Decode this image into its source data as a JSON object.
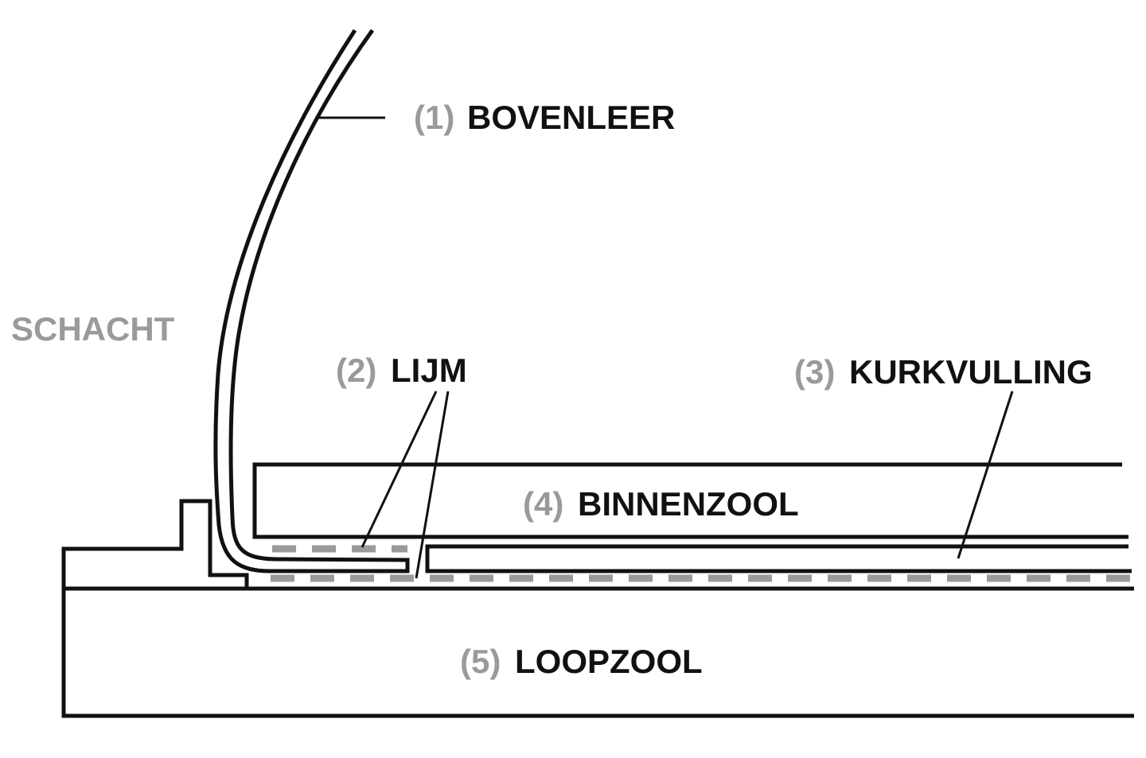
{
  "title": "Shoe construction cross-section",
  "labels": {
    "schacht": "SCHACHT",
    "bovenleer": {
      "num": "(1)",
      "name": "BOVENLEER"
    },
    "lijm": {
      "num": "(2)",
      "name": "LIJM"
    },
    "kurkvulling": {
      "num": "(3)",
      "name": "KURKVULLING"
    },
    "binnenzool": {
      "num": "(4)",
      "name": "BINNENZOOL"
    },
    "loopzool": {
      "num": "(5)",
      "name": "LOOPZOOL"
    }
  },
  "colors": {
    "line": "#111111",
    "accent_gray": "#9a9a9a"
  }
}
